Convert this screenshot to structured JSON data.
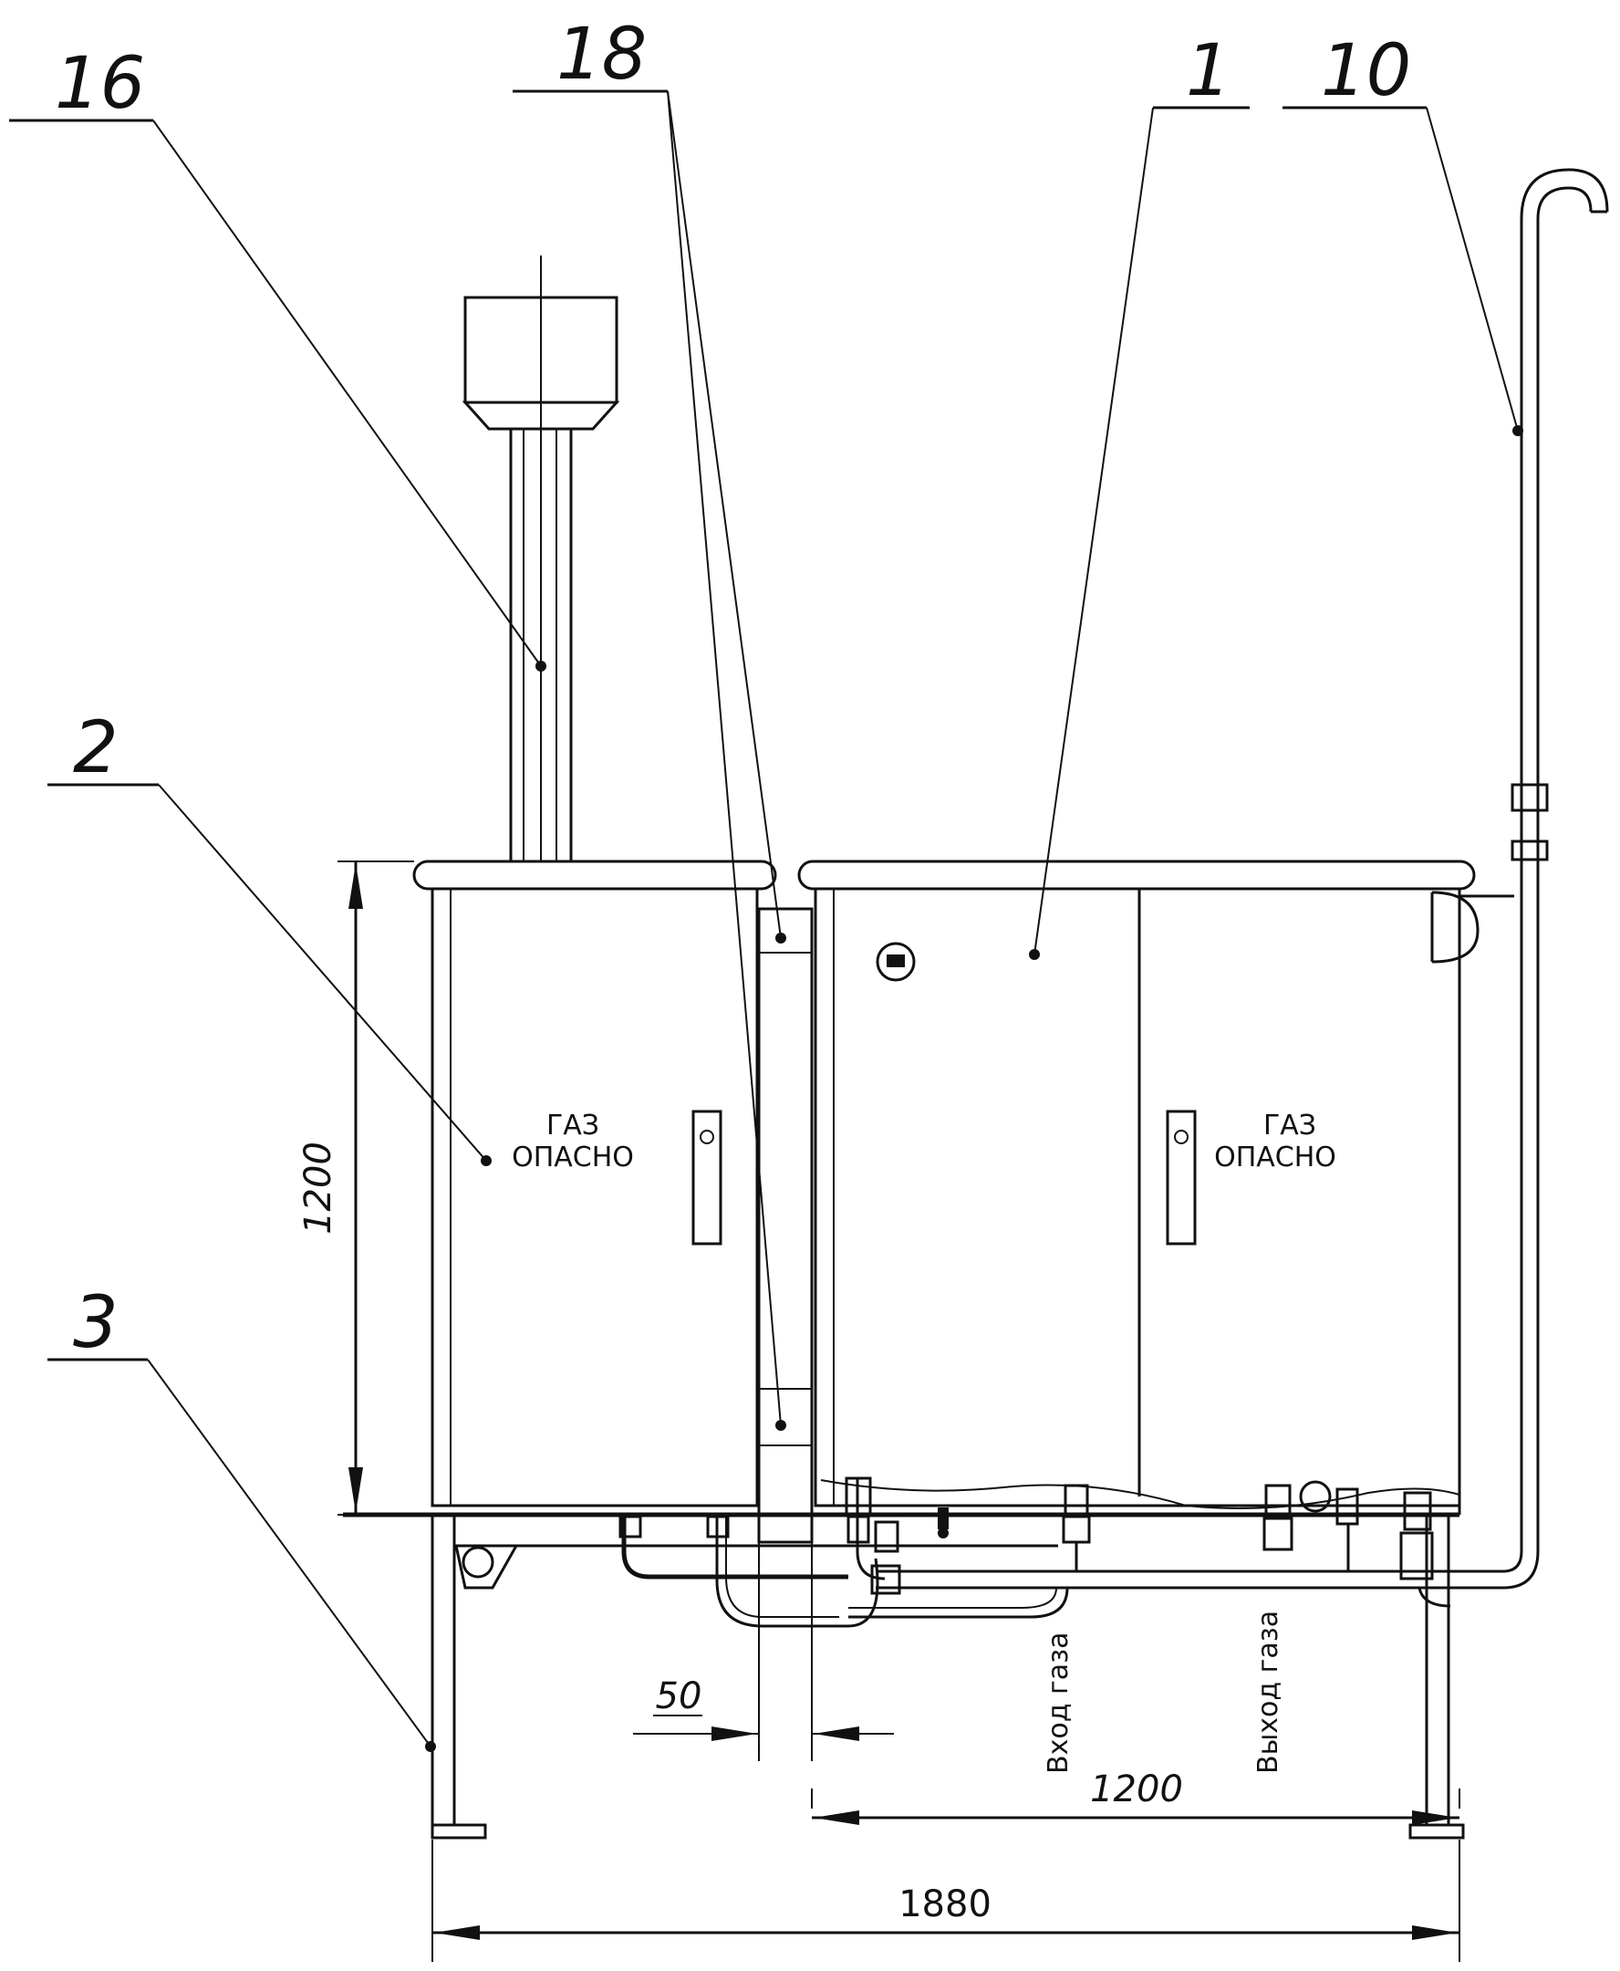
{
  "callouts": {
    "c16": "16",
    "c18": "18",
    "c1": "1",
    "c10": "10",
    "c2": "2",
    "c3": "3"
  },
  "dimensions": {
    "height_left": "1200",
    "gap": "50",
    "support_span": "1200",
    "overall_width": "1880"
  },
  "cabinet_left": {
    "label_line1": "ГАЗ",
    "label_line2": "ОПАСНО"
  },
  "cabinet_right": {
    "label_line1": "ГАЗ",
    "label_line2": "ОПАСНО"
  },
  "pipe_labels": {
    "inlet": "Вход газа",
    "outlet": "Выход газа"
  }
}
